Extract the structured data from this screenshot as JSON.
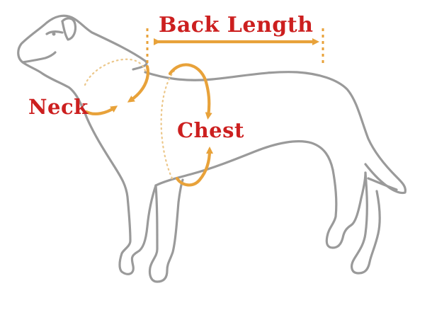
{
  "labels": {
    "back_length": "Back Length",
    "neck": "Neck",
    "chest": "Chest"
  },
  "colors": {
    "outline": "#9a9a9a",
    "measure": "#e8a23a",
    "dotted": "#ecc78a",
    "label": "#cc1f1f"
  }
}
